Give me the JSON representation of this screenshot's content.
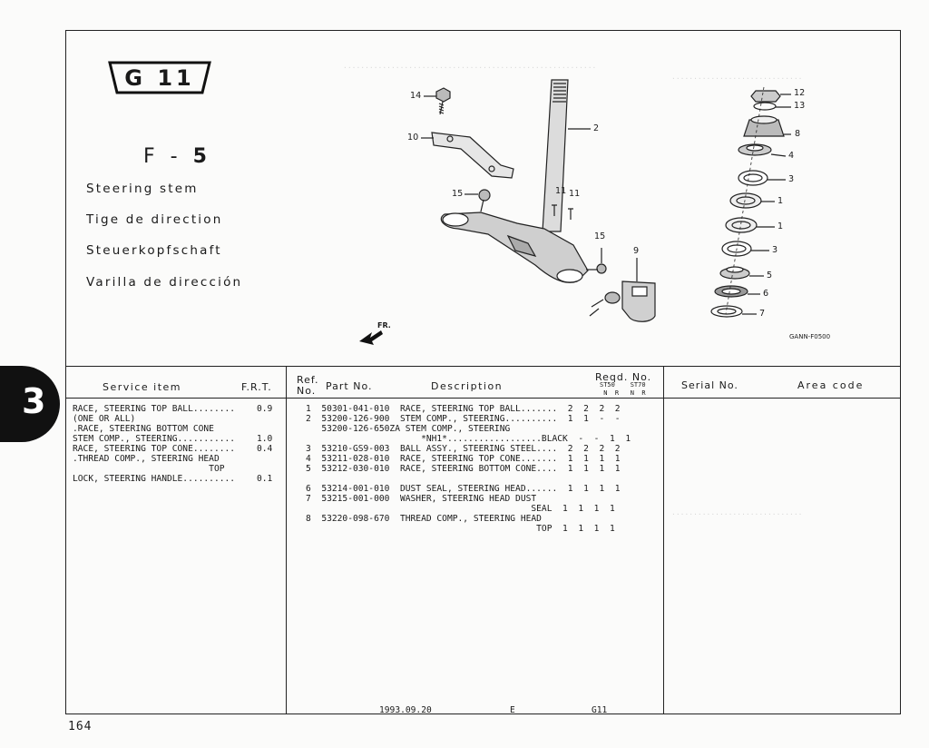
{
  "section_tab": "3",
  "block_code": "G 11",
  "figure": {
    "prefix": "F",
    "number": "5"
  },
  "names": [
    "Steering stem",
    "Tige de direction",
    "Steuerkopfschaft",
    "Varilla de dirección"
  ],
  "diagram": {
    "code": "GANN-F0500",
    "direction": "FR.",
    "callouts": {
      "c14": "14",
      "c10": "10",
      "c2": "2",
      "c15a": "15",
      "c11a": "11",
      "c11b": "11",
      "c15b": "15",
      "c9": "9",
      "c12": "12",
      "c13": "13",
      "c8": "8",
      "c4": "4",
      "c3a": "3",
      "c1a": "1",
      "c1b": "1",
      "c3b": "3",
      "c5": "5",
      "c6": "6",
      "c7": "7"
    }
  },
  "headers": {
    "service_item": "Service item",
    "frt": "F.R.T.",
    "ref_no": "Ref.\nNo.",
    "part_no": "Part No.",
    "description": "Description",
    "reqd_no": "Reqd. No.",
    "model_cols": "ST50    ST70\n N  R   N  R",
    "serial_no": "Serial No.",
    "area_code": "Area code"
  },
  "service_text": "RACE, STEERING TOP BALL........\n(ONE OR ALL)\n.RACE, STEERING BOTTOM CONE\nSTEM COMP., STEERING...........\nRACE, STEERING TOP CONE........\n.THREAD COMP., STEERING HEAD\n                          TOP\nLOCK, STEERING HANDLE..........",
  "frt_text": "0.9\n\n\n1.0\n0.4\n\n\n0.1",
  "parts_text": "1  50301-041-010  RACE, STEERING TOP BALL.......  2  2  2  2\n2  53200-126-900  STEM COMP., STEERING..........  1  1  -  -\n   53200-126-650ZA STEM COMP., STEERING\n                      *NH1*..................BLACK  -  -  1  1\n3  53210-GS9-003  BALL ASSY., STEERING STEEL....  2  2  2  2\n4  53211-028-010  RACE, STEERING TOP CONE.......  1  1  1  1\n5  53212-030-010  RACE, STEERING BOTTOM CONE....  1  1  1  1\n\n6  53214-001-010  DUST SEAL, STEERING HEAD......  1  1  1  1\n7  53215-001-000  WASHER, STEERING HEAD DUST\n                                           SEAL  1  1  1  1\n8  53220-098-670  THREAD COMP., STEERING HEAD\n                                            TOP  1  1  1  1",
  "footer": {
    "date": "1993.09.20",
    "edition": "E",
    "code": "G11"
  },
  "page_number": "164"
}
